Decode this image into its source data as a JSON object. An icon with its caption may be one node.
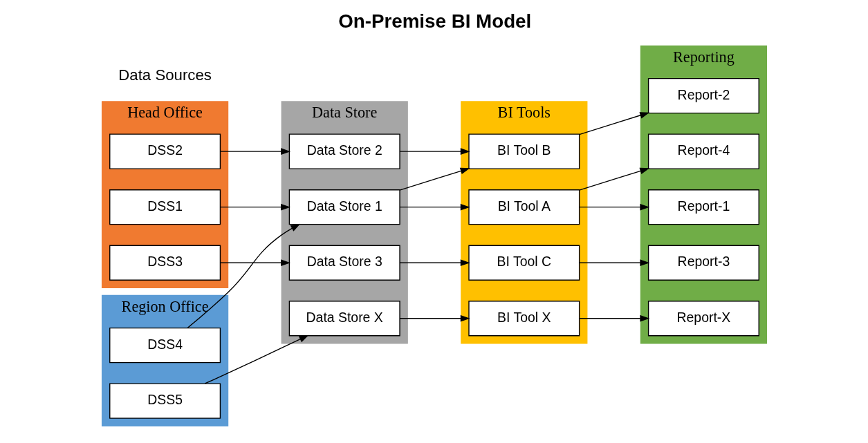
{
  "diagram": {
    "title": "On-Premise BI Model",
    "nodes": [
      {
        "text": [
          "Head Office"
        ]
      },
      {
        "text": [
          "DSS1"
        ],
        "in": 0
      },
      {
        "text": [
          "DSS2"
        ],
        "in": 0
      },
      {
        "text": [
          "DSS3"
        ],
        "in": 0
      },
      {
        "text": [
          "Region Office"
        ]
      },
      {
        "text": [
          "DSS4"
        ],
        "in": 4
      },
      {
        "text": [
          "DSS5"
        ],
        "in": 4
      },
      {
        "text": [
          "Data Store"
        ]
      },
      {
        "text": [
          "Data Store 1"
        ],
        "in": 7
      },
      {
        "text": [
          "Data Store 2"
        ],
        "in": 7
      },
      {
        "text": [
          "Data Store 3"
        ],
        "in": 7
      },
      {
        "text": [
          "Data Store X"
        ],
        "in": 7
      },
      {
        "text": [
          "BI Tools"
        ]
      },
      {
        "text": [
          "BI Tool A"
        ],
        "in": 12
      },
      {
        "text": [
          "BI Tool B"
        ],
        "in": 12
      },
      {
        "text": [
          "BI Tool C"
        ],
        "in": 12
      },
      {
        "text": [
          "BI Tool X"
        ],
        "in": 12
      },
      {
        "text": [
          "Reporting"
        ]
      },
      {
        "text": [
          "Report-1"
        ],
        "in": 17
      },
      {
        "text": [
          "Report-2"
        ],
        "in": 17
      },
      {
        "text": [
          "Report-3"
        ],
        "in": 17
      },
      {
        "text": [
          "Report-4"
        ],
        "in": 17
      },
      {
        "text": [
          "Report-X"
        ],
        "in": 17
      }
    ],
    "edges": [
      {
        "from": 1,
        "to": 8,
        "arrow": "to"
      },
      {
        "from": 2,
        "to": 9,
        "arrow": "to"
      },
      {
        "from": 3,
        "to": 10,
        "arrow": "to"
      },
      {
        "from": 5,
        "to": 8,
        "arrow": "to"
      },
      {
        "from": 6,
        "to": 11,
        "arrow": "to"
      },
      {
        "from": 8,
        "to": 13,
        "arrow": "to"
      },
      {
        "from": 8,
        "to": 14,
        "arrow": "to"
      },
      {
        "from": 9,
        "to": 14,
        "arrow": "to"
      },
      {
        "from": 10,
        "to": 15,
        "arrow": "to"
      },
      {
        "from": 11,
        "to": 16,
        "arrow": "to"
      },
      {
        "from": 13,
        "to": 18,
        "arrow": "to"
      },
      {
        "from": 13,
        "to": 21,
        "arrow": "to"
      },
      {
        "from": 14,
        "to": 19,
        "arrow": "to"
      },
      {
        "from": 15,
        "to": 20,
        "arrow": "to"
      },
      {
        "from": 16,
        "to": 22,
        "arrow": "to"
      }
    ],
    "labels": [
      "Data Sources"
    ]
  }
}
